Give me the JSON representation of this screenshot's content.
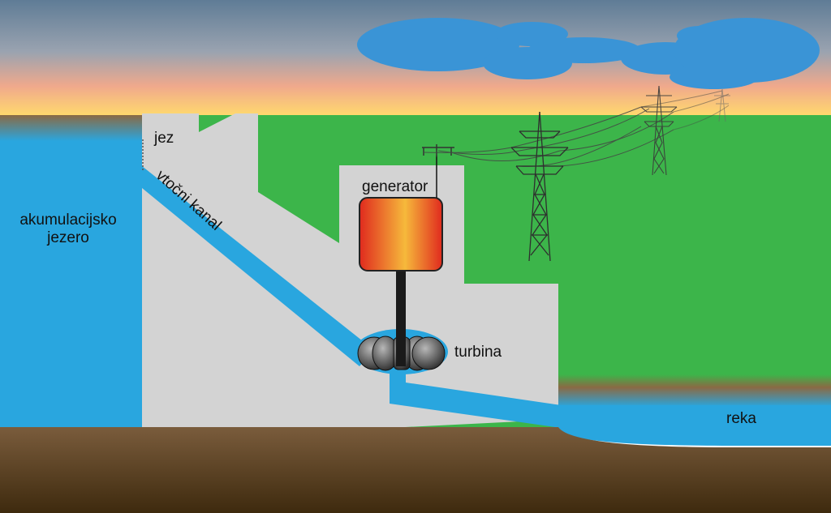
{
  "labels": {
    "lake_line1": "akumulacijsko",
    "lake_line2": "jezero",
    "dam": "jez",
    "channel": "vtočni kanal",
    "generator": "generator",
    "turbine": "turbina",
    "river": "reka"
  },
  "colors": {
    "sky_top": "#5f7c96",
    "sky_horizon": "#ffd86e",
    "grass": "#3cb54a",
    "water": "#29a6df",
    "concrete": "#d3d3d3",
    "soil_top": "#7a5c3c",
    "soil_bottom": "#3e2a0e",
    "generator_core": "#f6b93b",
    "generator_edge": "#e02a1e",
    "cloud": "#3a94d6",
    "tower": "#3a3a3a"
  }
}
